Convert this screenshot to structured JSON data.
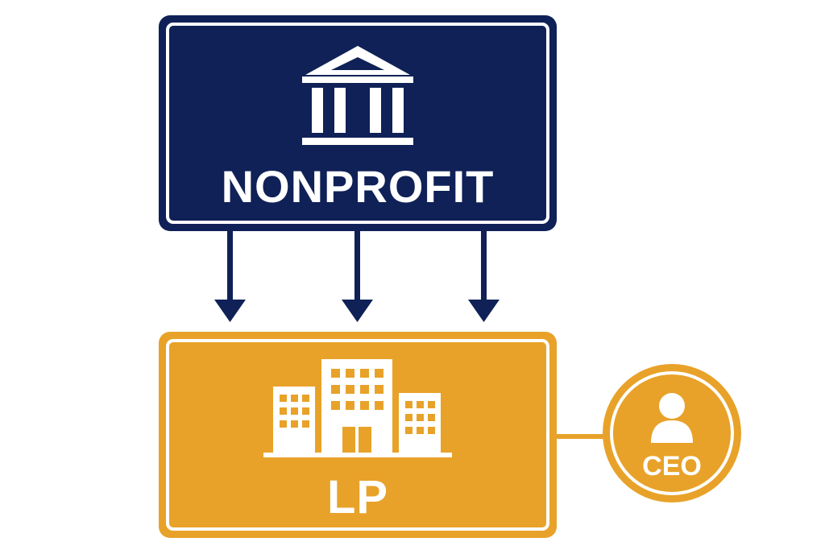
{
  "nonprofit": {
    "label": "NONPROFIT",
    "icon": "bank-icon",
    "color": "#0f2157"
  },
  "lp": {
    "label": "LP",
    "icon": "buildings-icon",
    "color": "#e8a229"
  },
  "ceo": {
    "label": "CEO",
    "icon": "person-icon",
    "color": "#e8a229"
  },
  "arrows": {
    "count": 3,
    "direction": "down",
    "color": "#0f2157"
  }
}
